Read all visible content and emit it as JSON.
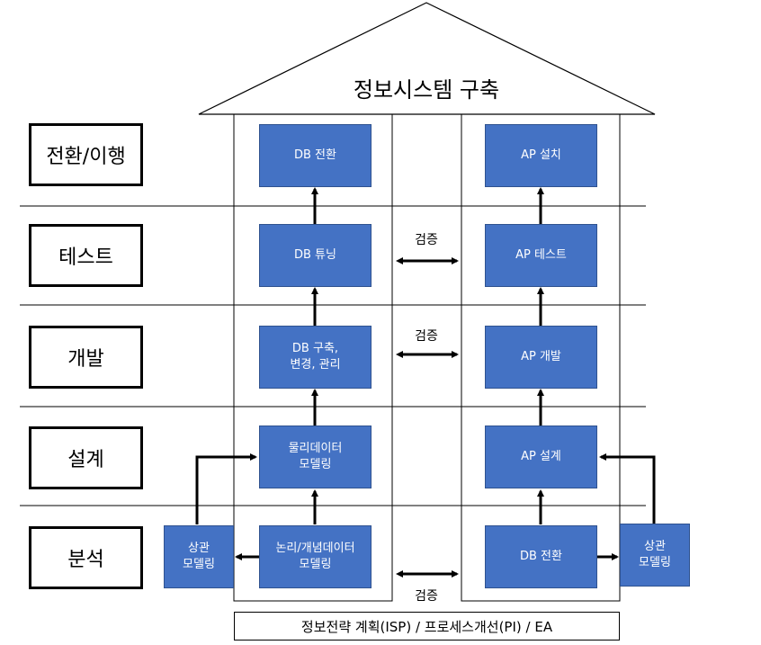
{
  "title": "정보시스템 구축",
  "stages": [
    "전환/이행",
    "테스트",
    "개발",
    "설계",
    "분석"
  ],
  "db_column": {
    "conversion": "DB 전환",
    "tuning": "DB 튜닝",
    "build": "DB 구축,\n변경, 관리",
    "physical_model": "물리데이터\n모델링",
    "logical_model": "논리/개념데이터\n모델링"
  },
  "ap_column": {
    "install": "AP 설치",
    "test": "AP 테스트",
    "develop": "AP 개발",
    "design": "AP 설계",
    "db_conversion": "DB 전환"
  },
  "correlation_left": "상관\n모델링",
  "correlation_right": "상관\n모델링",
  "verify_labels": [
    "검증",
    "검증",
    "검증"
  ],
  "footer": "정보전략 계획(ISP) / 프로세스개선(PI) / EA"
}
